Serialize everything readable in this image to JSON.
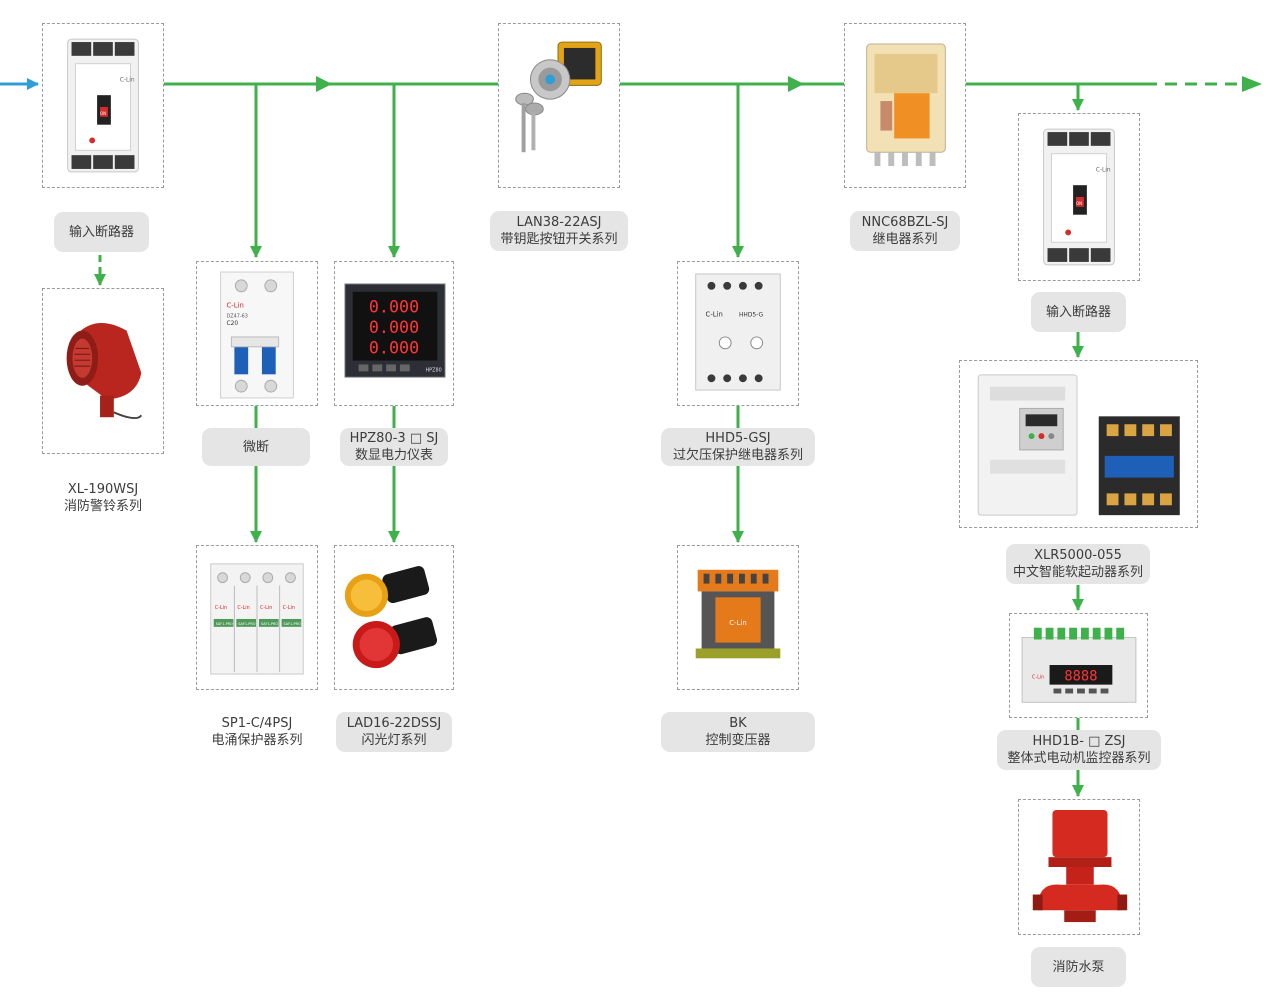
{
  "colors": {
    "line": "#3fb14a",
    "input_arrow": "#2f9ed8",
    "label_bg": "#e5e5e5",
    "text": "#3c3c3c"
  },
  "nodes": {
    "input_breaker_1": {
      "line1": "输入断路器",
      "line2": ""
    },
    "fire_bell": {
      "line1": "XL-190WSJ",
      "line2": "消防警铃系列"
    },
    "mcb": {
      "line1": "微断",
      "line2": ""
    },
    "power_meter": {
      "line1": "HPZ80-3 □ SJ",
      "line2": "数显电力仪表"
    },
    "surge_protector": {
      "line1": "SP1-C/4PSJ",
      "line2": "电涌保护器系列"
    },
    "flash_lamp": {
      "line1": "LAD16-22DSSJ",
      "line2": "闪光灯系列"
    },
    "key_switch": {
      "line1": "LAN38-22ASJ",
      "line2": "带钥匙按钮开关系列"
    },
    "voltage_relay": {
      "line1": "HHD5-GSJ",
      "line2": "过欠压保护继电器系列"
    },
    "control_transformer": {
      "line1": "BK",
      "line2": "控制变压器"
    },
    "relay": {
      "line1": "NNC68BZL-SJ",
      "line2": "继电器系列"
    },
    "input_breaker_2": {
      "line1": "输入断路器",
      "line2": ""
    },
    "soft_starter": {
      "line1": "XLR5000-055",
      "line2": "中文智能软起动器系列"
    },
    "motor_monitor": {
      "line1": "HHD1B- □ ZSJ",
      "line2": "整体式电动机监控器系列"
    },
    "fire_pump": {
      "line1": "消防水泵",
      "line2": ""
    }
  },
  "product_text": {
    "brand": "C-Lin",
    "breaker_on": "ON",
    "mcb_model": "DZ47-63",
    "mcb_rating": "C20",
    "meter_digits": "0.000",
    "meter_model": "HPZ80",
    "relay_model": "HHD5-G",
    "spd_model": "SAF1-PRO",
    "monitor_digits": "8888"
  }
}
